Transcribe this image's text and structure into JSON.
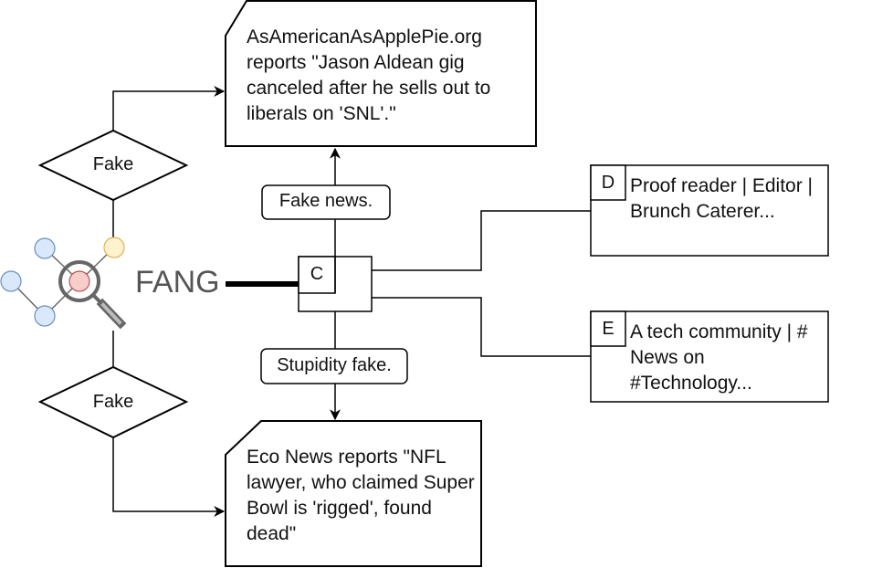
{
  "diagram": {
    "fang": "FANG",
    "fake_top": "Fake",
    "fake_bottom": "Fake",
    "center_node": "C",
    "edge_top": "Fake news.",
    "edge_bottom": "Stupidity fake.",
    "news_top": "AsAmericanAsApplePie.org reports \"Jason Aldean gig canceled after he sells out to liberals on 'SNL'.\"",
    "news_bottom": "Eco News reports \"NFL lawyer, who claimed Super Bowl is 'rigged', found dead\"",
    "node_d": {
      "letter": "D",
      "text": "Proof reader | Editor | Brunch Caterer..."
    },
    "node_e": {
      "letter": "E",
      "text": "A tech community | # News on #Technology..."
    }
  },
  "colors": {
    "stroke": "#000000",
    "fang_text": "#555555",
    "graph_blue": "#dae8fc",
    "graph_blue_stroke": "#6c8ebf",
    "graph_yellow": "#fff2cc",
    "graph_yellow_stroke": "#d6b656",
    "graph_red": "#f8cecc",
    "graph_red_stroke": "#b85450",
    "magnifier": "#666666"
  }
}
